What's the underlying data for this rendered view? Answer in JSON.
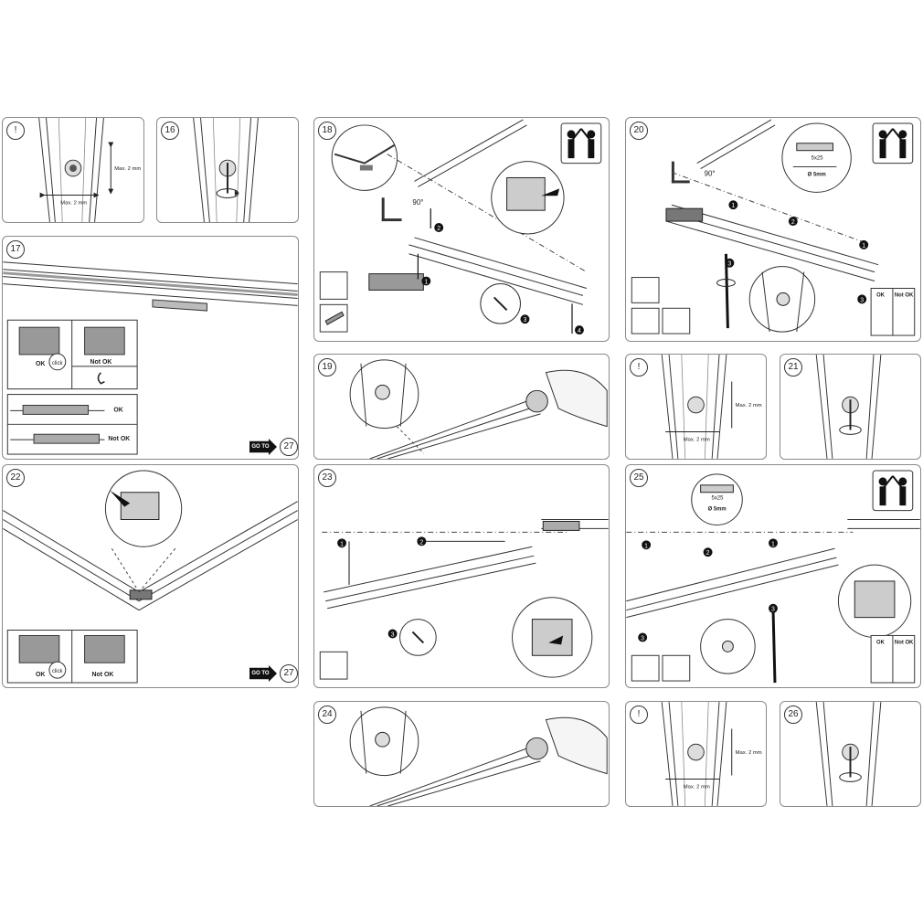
{
  "panels": {
    "p_warn1": {
      "step": "!",
      "max_v": "Max. 2 mm",
      "max_h": "Max. 2 mm"
    },
    "p16": {
      "step": "16"
    },
    "p17": {
      "step": "17",
      "ok": "OK",
      "click": "click",
      "not_ok": "Not OK",
      "goto_label": "GO TO",
      "goto_num": "27"
    },
    "p18": {
      "step": "18",
      "angle": "90°"
    },
    "p20": {
      "step": "20",
      "angle": "90°",
      "screw": "5x25",
      "drill": "Ø 5mm",
      "ok": "OK",
      "not_ok": "Not OK"
    },
    "p19": {
      "step": "19"
    },
    "p_warn2": {
      "step": "!",
      "max_v": "Max. 2 mm",
      "max_h": "Max. 2 mm"
    },
    "p21": {
      "step": "21"
    },
    "p22": {
      "step": "22",
      "ok": "OK",
      "click": "click",
      "not_ok": "Not OK",
      "goto_label": "GO TO",
      "goto_num": "27"
    },
    "p23": {
      "step": "23"
    },
    "p25": {
      "step": "25",
      "screw": "5x25",
      "drill": "Ø 5mm",
      "ok": "OK",
      "not_ok": "Not OK"
    },
    "p24": {
      "step": "24"
    },
    "p_warn3": {
      "step": "!",
      "max_v": "Max. 2 mm",
      "max_h": "Max. 2 mm"
    },
    "p26": {
      "step": "26"
    }
  },
  "callouts": [
    "1",
    "2",
    "3",
    "4"
  ]
}
